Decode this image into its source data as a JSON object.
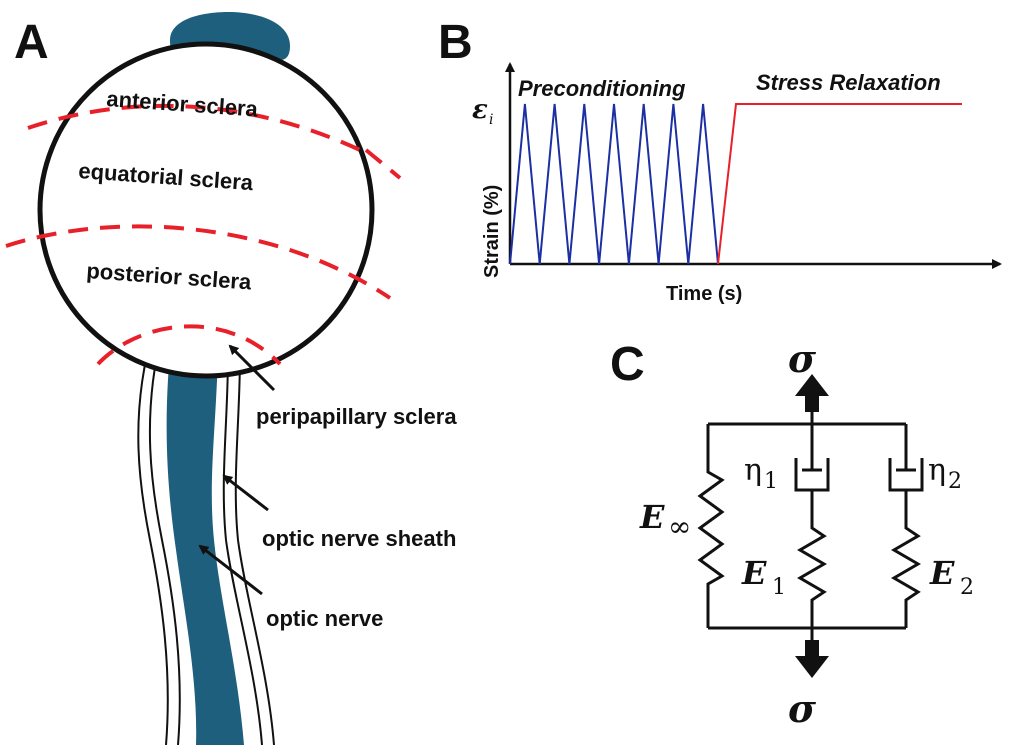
{
  "panels": {
    "a": "A",
    "b": "B",
    "c": "C"
  },
  "panel_a": {
    "regions": {
      "anterior": "anterior sclera",
      "equatorial": "equatorial sclera",
      "posterior": "posterior sclera"
    },
    "callouts": {
      "peripapillary": "peripapillary sclera",
      "sheath": "optic nerve sheath",
      "nerve": "optic nerve"
    }
  },
  "panel_b": {
    "phase1": "Preconditioning",
    "phase2": "Stress Relaxation",
    "ylabel": "Strain (%)",
    "xlabel": "Time (s)",
    "y_symbol": "ε",
    "y_symbol_sub": "i",
    "cycles": 7
  },
  "panel_c": {
    "stress": "σ",
    "e_inf": "E",
    "e_inf_sub": "∞",
    "e1": "E",
    "e1_sub": "1",
    "e2": "E",
    "e2_sub": "2",
    "eta1": "η",
    "eta1_sub": "1",
    "eta2": "η",
    "eta2_sub": "2"
  },
  "colors": {
    "nerve": "#1e5f7e",
    "region_lines": "#e8202a",
    "precond_line": "#1c2fa3",
    "relax_line": "#e8202a",
    "ink": "#111111"
  }
}
